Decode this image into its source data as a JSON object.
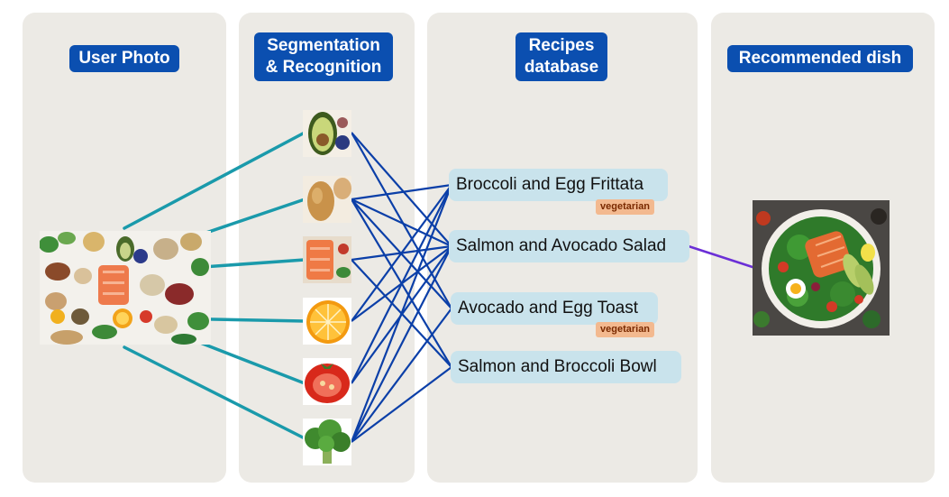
{
  "columns": {
    "user_photo": "User Photo",
    "segmentation_line1": "Segmentation",
    "segmentation_line2": "& Recognition",
    "recipes_line1": "Recipes",
    "recipes_line2": "database",
    "recommended": "Recommended dish"
  },
  "ingredients": [
    {
      "name": "avocado-icon"
    },
    {
      "name": "potato-icon"
    },
    {
      "name": "salmon-icon"
    },
    {
      "name": "orange-icon"
    },
    {
      "name": "tomato-icon"
    },
    {
      "name": "broccoli-icon"
    }
  ],
  "recipes": [
    {
      "label": "Broccoli and Egg Frittata",
      "tag": "vegetarian"
    },
    {
      "label": "Salmon and Avocado Salad",
      "tag": ""
    },
    {
      "label": "Avocado and Egg Toast",
      "tag": "vegetarian"
    },
    {
      "label": "Salmon and Broccoli Bowl",
      "tag": ""
    }
  ],
  "colors": {
    "panel": "#eceae5",
    "title_bg": "#0b4fb0",
    "photo_link": "#1a9aab",
    "recipe_link": "#0b3fa8",
    "recommend_link": "#6b2fd6",
    "recipe_bg": "#c9e3ec",
    "tag_bg": "#f3b98f"
  }
}
